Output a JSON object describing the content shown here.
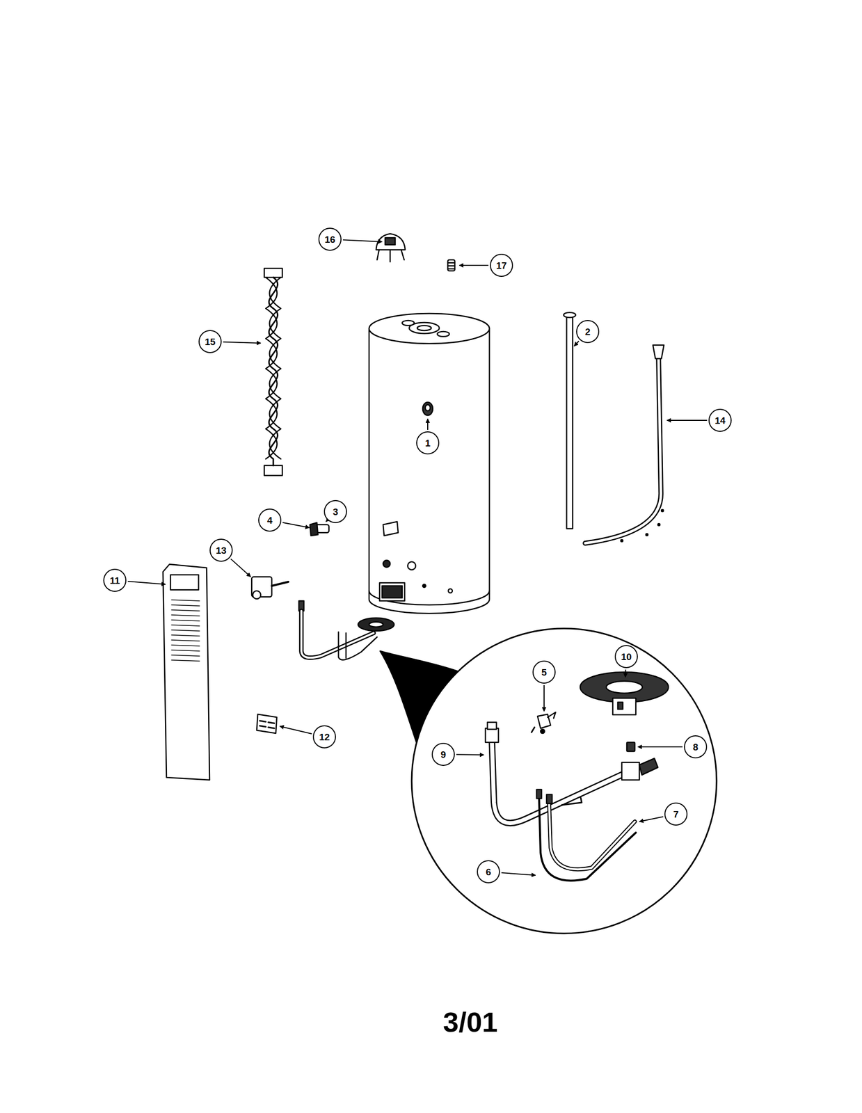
{
  "diagram": {
    "nodes": [
      {
        "text": [
          "16"
        ]
      },
      {
        "text": [
          "17"
        ]
      },
      {
        "text": [
          "2"
        ]
      },
      {
        "text": [
          "15"
        ]
      },
      {
        "text": [
          "14"
        ]
      },
      {
        "text": [
          "1"
        ]
      },
      {
        "text": [
          "3"
        ]
      },
      {
        "text": [
          "4"
        ]
      },
      {
        "text": [
          "13"
        ]
      },
      {
        "text": [
          "11"
        ]
      },
      {
        "text": [
          "10"
        ]
      },
      {
        "text": [
          "5"
        ]
      },
      {
        "text": [
          "12"
        ]
      },
      {
        "text": [
          "8"
        ]
      },
      {
        "text": [
          "9"
        ]
      },
      {
        "text": [
          "7"
        ]
      },
      {
        "text": [
          "6"
        ]
      }
    ],
    "labels": [
      "3/01"
    ]
  }
}
